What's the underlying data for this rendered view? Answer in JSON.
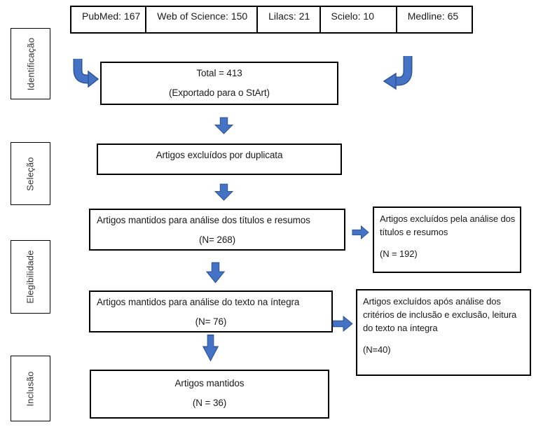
{
  "sources": [
    {
      "label": "PubMed: 167"
    },
    {
      "label": "Web of Science: 150"
    },
    {
      "label": "Lilacs: 21"
    },
    {
      "label": "Scielo: 10"
    },
    {
      "label": "Medline: 65"
    }
  ],
  "stages": [
    {
      "label": "Identificação"
    },
    {
      "label": "Seleção"
    },
    {
      "label": "Elegibilidade"
    },
    {
      "label": "Inclusão"
    }
  ],
  "flow": {
    "total": {
      "line1": "Total = 413",
      "line2": "(Exportado para o StArt)"
    },
    "duplicates": {
      "line1": "Artigos excluídos por duplicata"
    },
    "titles": {
      "line1": "Artigos mantidos para análise dos títulos e resumos",
      "line2": "(N= 268)"
    },
    "fulltext": {
      "line1": "Artigos mantidos para análise do texto na íntegra",
      "line2": "(N= 76)"
    },
    "kept": {
      "line1": "Artigos mantidos",
      "line2": "(N = 36)"
    }
  },
  "exclusions": {
    "titles": {
      "line1": "Artigos excluídos pela análise dos títulos e resumos",
      "line2": "(N = 192)"
    },
    "fulltext": {
      "line1": "Artigos excluídos após análise dos critérios de inclusão e exclusão, leitura do texto na íntegra",
      "line2": "(N=40)"
    }
  },
  "colors": {
    "arrow_fill": "#4472C4",
    "arrow_border": "#2F5597",
    "box_border": "#000000",
    "background": "#FFFFFF"
  }
}
